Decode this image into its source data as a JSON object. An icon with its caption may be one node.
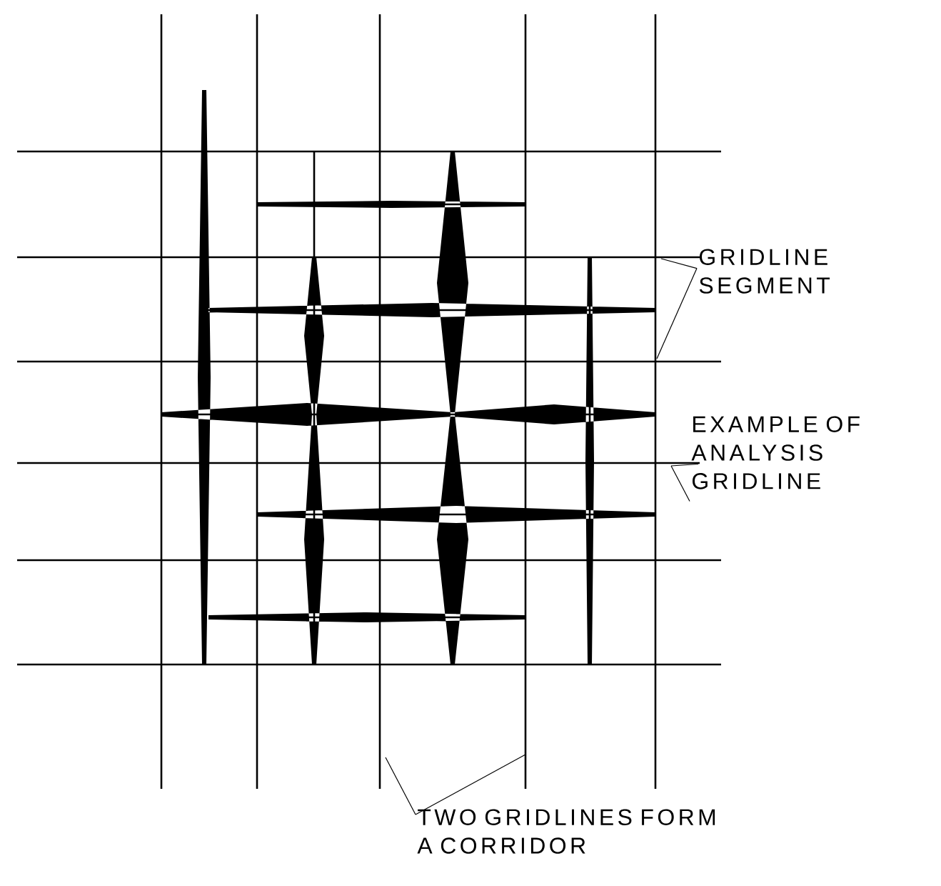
{
  "diagram": {
    "nodes": [
      {
        "text": [
          "GRIDLINE SEGMENT"
        ]
      },
      {
        "text": [
          "EXAMPLE OF ANALYSIS GRIDLINE"
        ]
      },
      {
        "text": [
          "TWO GRIDLINES FORM A CORRIDOR"
        ]
      }
    ],
    "edges": [
      {
        "from": 0,
        "to": null,
        "arrow": "none"
      },
      {
        "from": 0,
        "to": null,
        "arrow": "none"
      },
      {
        "from": 1,
        "to": null,
        "arrow": "none"
      },
      {
        "from": 1,
        "to": null,
        "arrow": "none"
      },
      {
        "from": 2,
        "to": null,
        "arrow": "none"
      },
      {
        "from": 2,
        "to": null,
        "arrow": "none"
      }
    ]
  }
}
